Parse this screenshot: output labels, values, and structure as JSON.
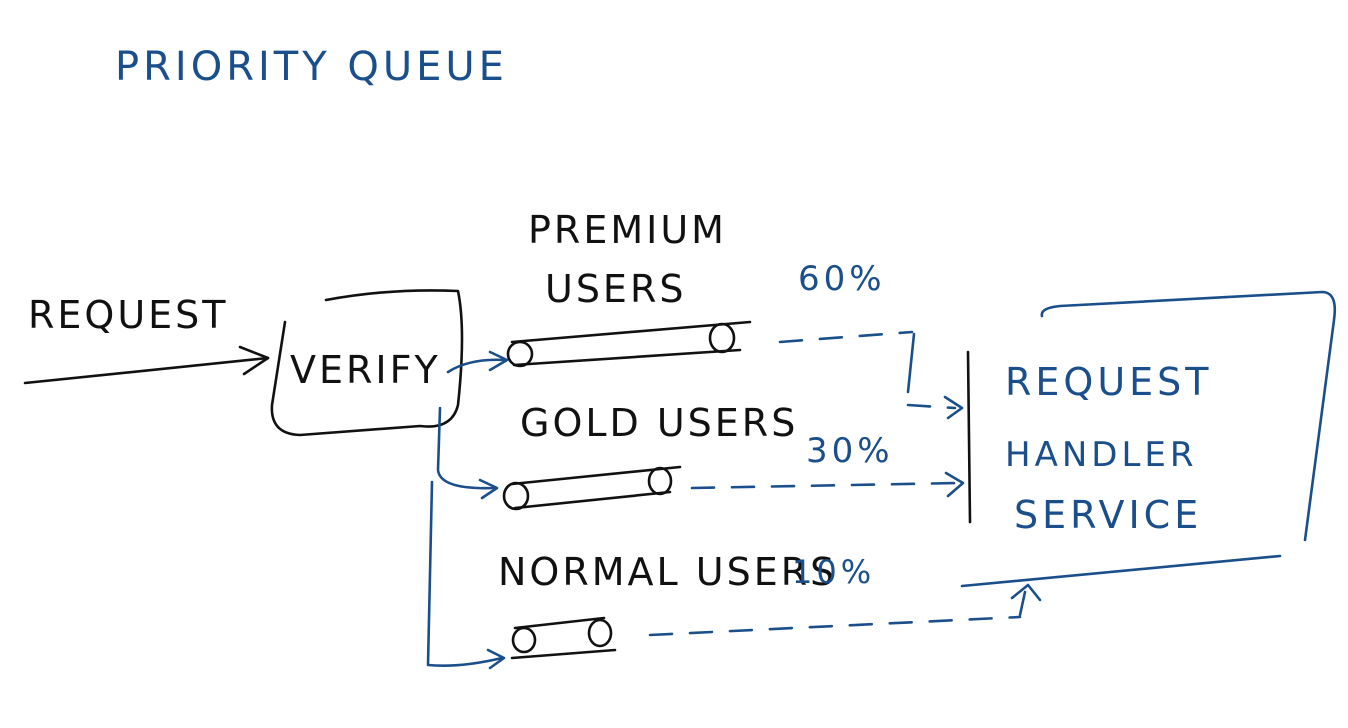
{
  "diagram": {
    "title": "PRIORITY QUEUE",
    "input_label": "REQUEST",
    "verify_label": "VERIFY",
    "queues": [
      {
        "label": "PREMIUM USERS",
        "line1": "PREMIUM",
        "line2": "USERS",
        "share": "60%"
      },
      {
        "label": "GOLD USERS",
        "share": "30%"
      },
      {
        "label": "NORMAL USERS",
        "share": "10%"
      }
    ],
    "handler": {
      "line1": "REQUEST",
      "line2": "HANDLER",
      "line3": "SERVICE"
    },
    "colors": {
      "blue_ink": "#1a4f8b",
      "black_ink": "#111111"
    }
  }
}
